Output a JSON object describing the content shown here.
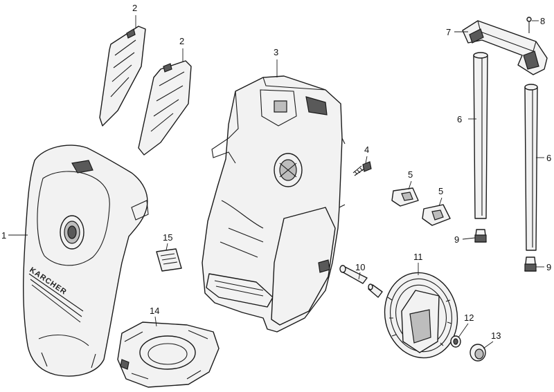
{
  "brand_text": "KARCHER",
  "callouts": [
    "1",
    "2",
    "3",
    "4",
    "5",
    "6",
    "7",
    "8",
    "9",
    "10",
    "11",
    "12",
    "13",
    "14",
    "15"
  ],
  "parts": {
    "front_cover": "1",
    "clip_cover": "2",
    "main_housing": "3",
    "screw_rear": "4",
    "holder_clip": "5",
    "handle_tube": "6",
    "handle": "7",
    "screw_handle": "8",
    "tube_plug": "9",
    "axle_pin": "10",
    "wheel": "11",
    "washer": "12",
    "hub_cap": "13",
    "base_frame": "14",
    "filter_pad": "15"
  },
  "colors": {
    "outline": "#1a1a1a",
    "part_fill": "#f2f2f2",
    "shade_dark": "#595959",
    "shade_mid": "#bdbdbd"
  }
}
